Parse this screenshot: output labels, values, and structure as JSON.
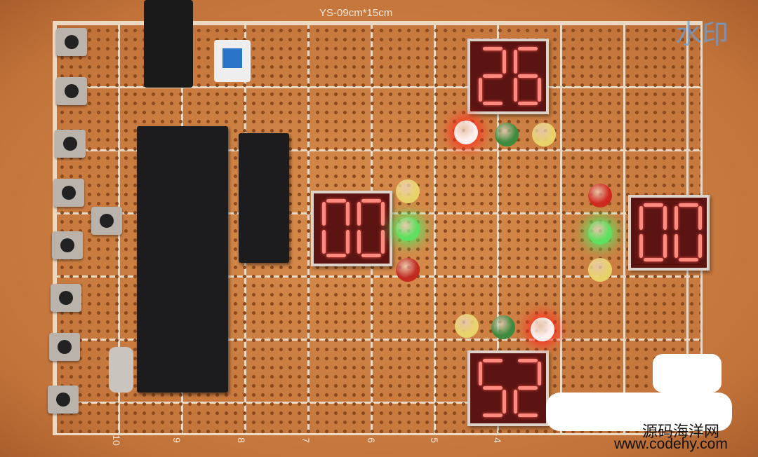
{
  "board": {
    "label": "YS-09cm*15cm",
    "column_numbers": [
      "10",
      "9",
      "8",
      "7",
      "6",
      "5",
      "4"
    ]
  },
  "displays": {
    "top": "26",
    "left": "00",
    "right": "00",
    "bottom": "52"
  },
  "leds": {
    "top": [
      {
        "color": "#fff0f0",
        "lit": true
      },
      {
        "color": "#3e8a3e",
        "lit": false
      },
      {
        "color": "#e8d26a",
        "lit": false
      }
    ],
    "left": [
      {
        "color": "#e8d26a",
        "lit": false
      },
      {
        "color": "#5fe05f",
        "lit": true
      },
      {
        "color": "#c22a20",
        "lit": false
      }
    ],
    "right": [
      {
        "color": "#d0281e",
        "lit": false
      },
      {
        "color": "#5fe05f",
        "lit": true
      },
      {
        "color": "#e8d26a",
        "lit": false
      }
    ],
    "bottom": [
      {
        "color": "#e8d26a",
        "lit": false
      },
      {
        "color": "#3e8a3e",
        "lit": false
      },
      {
        "color": "#fff0f0",
        "lit": true
      }
    ]
  },
  "watermark": {
    "corner": "水印",
    "site_name": "源码海洋网",
    "site_url": "www.codehy.com"
  }
}
